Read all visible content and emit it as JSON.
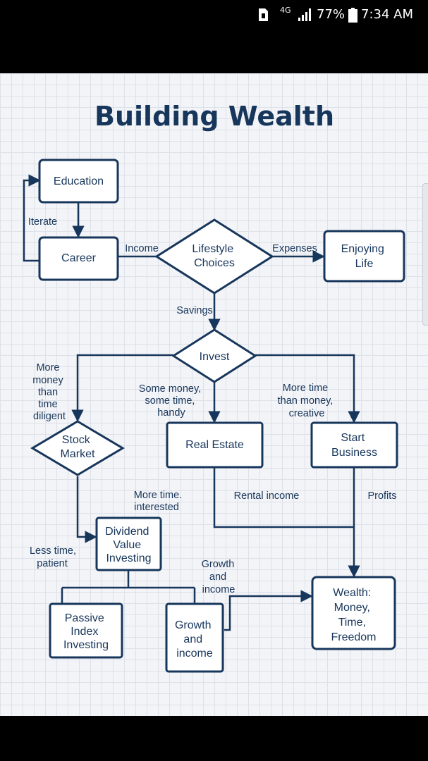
{
  "status_bar": {
    "network": "4G",
    "battery": "77%",
    "time": "7:34 AM",
    "icons": [
      "sim-card-icon",
      "signal-icon",
      "battery-icon"
    ]
  },
  "diagram": {
    "title": "Building Wealth",
    "colors": {
      "primary": "#17365b",
      "grid": "#dde1e8",
      "background": "#f3f4f7"
    },
    "nodes": {
      "education": [
        "Education"
      ],
      "career": [
        "Career"
      ],
      "lifestyle": [
        "Lifestyle",
        "Choices"
      ],
      "enjoying": [
        "Enjoying",
        "Life"
      ],
      "invest": [
        "Invest"
      ],
      "stock": [
        "Stock",
        "Market"
      ],
      "realestate": [
        "Real Estate"
      ],
      "business": [
        "Start",
        "Business"
      ],
      "dividend": [
        "Dividend",
        "Value",
        "Investing"
      ],
      "passive": [
        "Passive",
        "Index",
        "Investing"
      ],
      "growth": [
        "Growth",
        "and",
        "income"
      ],
      "wealth": [
        "Wealth:",
        "Money,",
        "Time,",
        "Freedom"
      ]
    },
    "edge_labels": {
      "iterate": [
        "Iterate"
      ],
      "income": [
        "Income"
      ],
      "expenses": [
        "Expenses"
      ],
      "savings": [
        "Savings"
      ],
      "more_money": [
        "More",
        "money",
        "than",
        "time",
        "diligent"
      ],
      "some_money": [
        "Some money,",
        "some time,",
        "handy"
      ],
      "more_time_creative": [
        "More time",
        "than money,",
        "creative"
      ],
      "more_time_interested": [
        "More time.",
        "interested"
      ],
      "rental_income": [
        "Rental income"
      ],
      "profits": [
        "Profits"
      ],
      "less_time": [
        "Less time,",
        "patient"
      ],
      "growth_income": [
        "Growth",
        "and",
        "income"
      ]
    }
  }
}
